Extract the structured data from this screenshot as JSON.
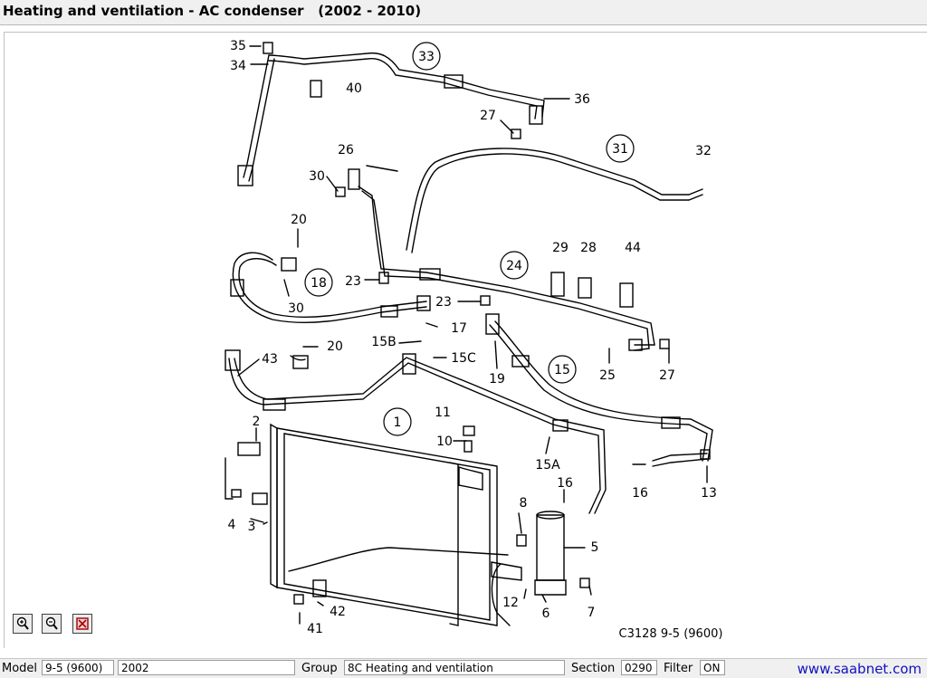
{
  "window": {
    "title": "Heating and ventilation - AC condenser   (2002 - 2010)"
  },
  "diagram": {
    "caption": "C3128 9-5 (9600)",
    "labels": [
      "35",
      "34",
      "33",
      "40",
      "36",
      "27",
      "31",
      "32",
      "26",
      "30",
      "20",
      "18",
      "30",
      "23",
      "23",
      "17",
      "24",
      "29",
      "28",
      "44",
      "43",
      "20",
      "15B",
      "15C",
      "19",
      "15",
      "25",
      "27",
      "1",
      "2",
      "11",
      "10",
      "15A",
      "16",
      "16",
      "13",
      "4",
      "3",
      "8",
      "5",
      "12",
      "6",
      "7",
      "42",
      "41"
    ],
    "circled": [
      "33",
      "31",
      "18",
      "24",
      "15",
      "1"
    ]
  },
  "toolbar": {
    "zoom_in_icon": "zoom-in-icon",
    "zoom_out_icon": "zoom-out-icon",
    "reset_icon": "reset-zoom-icon"
  },
  "status": {
    "model_label": "Model",
    "model_value": "9-5 (9600)",
    "year_value": "2002",
    "group_label": "Group",
    "group_value": "8C Heating and ventilation",
    "section_label": "Section",
    "section_value": "0290",
    "filter_label": "Filter",
    "filter_value": "ON",
    "site_link": "www.saabnet.com"
  },
  "colors": {
    "link": "#1010c0",
    "line": "#000000",
    "background": "#ffffff",
    "chrome": "#f0f0f0"
  }
}
